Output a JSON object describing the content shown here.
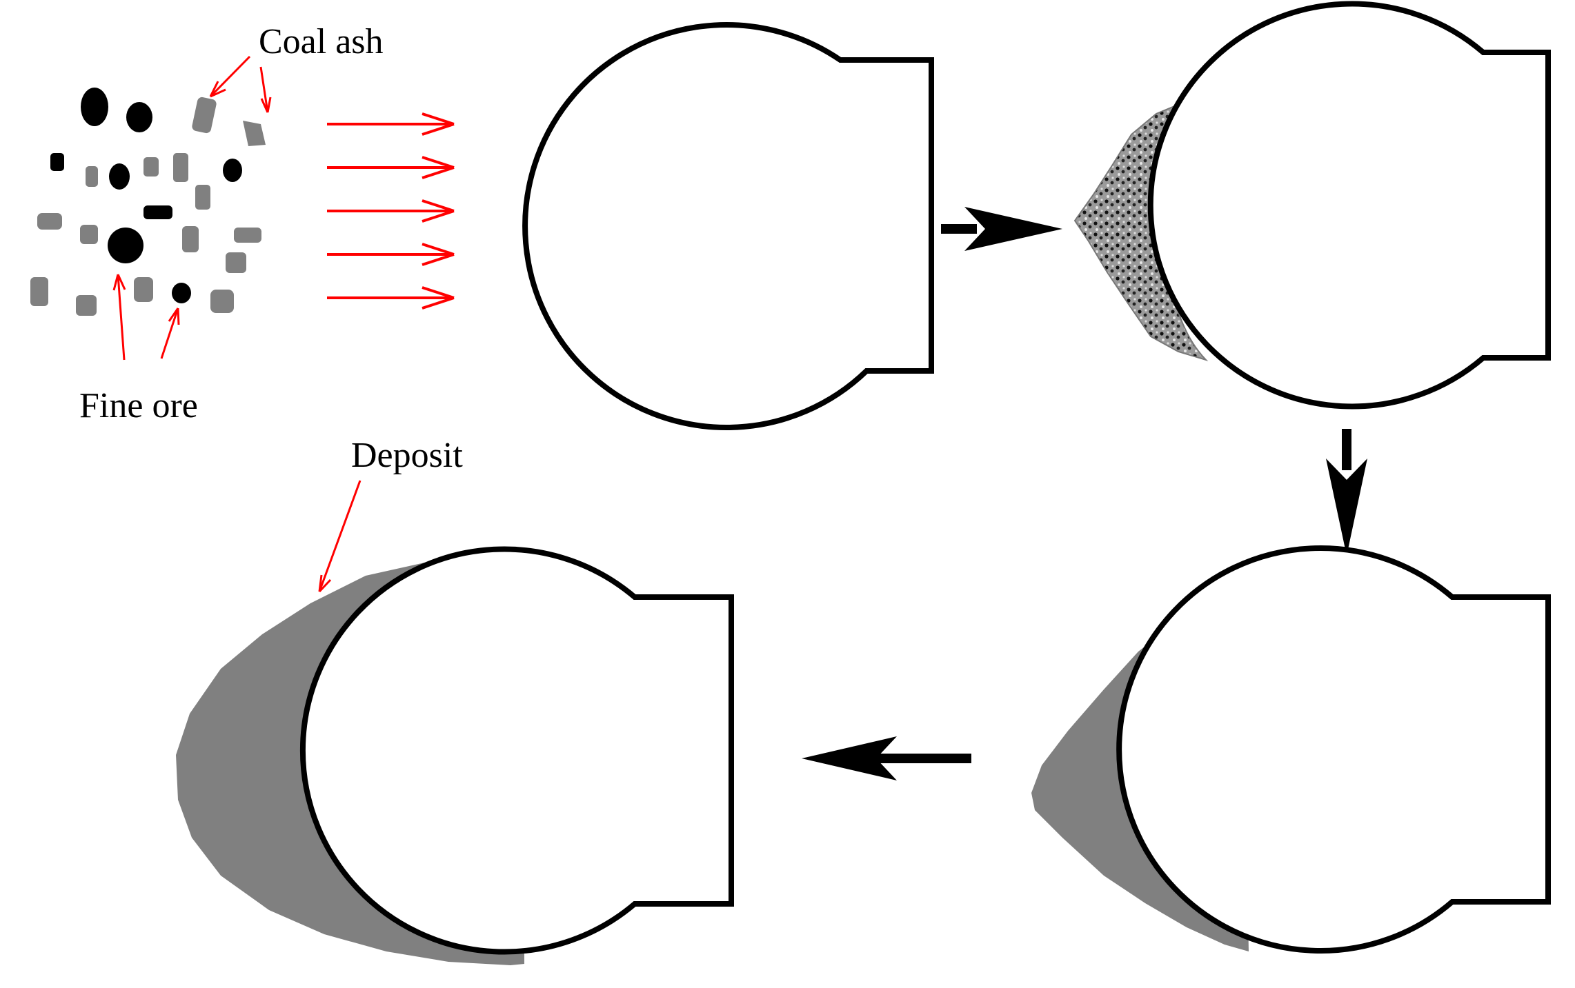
{
  "labels": {
    "coal_ash": "Coal ash",
    "fine_ore": "Fine ore",
    "deposit": "Deposit"
  },
  "colors": {
    "background": "#ffffff",
    "outline": "#000000",
    "annotation_arrow": "#ff0000",
    "coal_ash_particle": "#808080",
    "fine_ore_particle": "#000000",
    "deposit_fill": "#808080",
    "initial_deposit_fill": "#9a9a9a",
    "process_arrow": "#000000"
  },
  "stages": [
    {
      "id": "stage-1",
      "deposit": "none"
    },
    {
      "id": "stage-2",
      "deposit": "initial-porous-layer"
    },
    {
      "id": "stage-3",
      "deposit": "growing-layer"
    },
    {
      "id": "stage-4",
      "deposit": "thick-layer"
    }
  ],
  "process_flow": [
    "right",
    "down",
    "left"
  ]
}
